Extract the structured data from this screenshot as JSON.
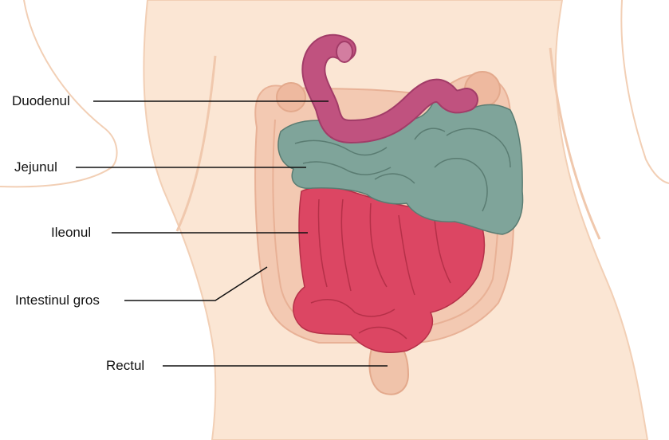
{
  "labels": {
    "duodenum": "Duodenul",
    "jejunum": "Jejunul",
    "ileum": "Ileonul",
    "large_intestine": "Intestinul gros",
    "rectum": "Rectul"
  },
  "colors": {
    "skin": "#fbe6d4",
    "skin_outline": "#f2cfb5",
    "large_intestine": "#f3c9b2",
    "duodenum": "#c0527f",
    "jejunum": "#7fa49a",
    "ileum": "#dc4663",
    "leader_line": "#111111"
  }
}
